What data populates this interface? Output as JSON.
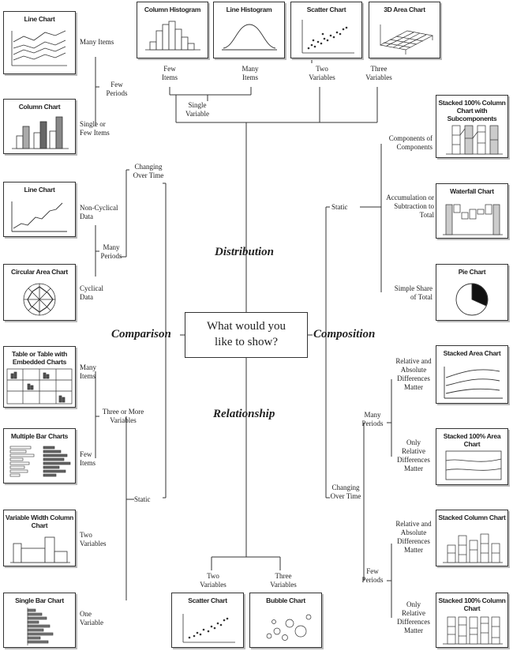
{
  "center": {
    "line1": "What would you",
    "line2": "like to show?"
  },
  "categories": {
    "distribution": "Distribution",
    "relationship": "Relationship",
    "comparison": "Comparison",
    "composition": "Composition"
  },
  "charts": {
    "line_chart_many": "Line Chart",
    "column_chart": "Column Chart",
    "line_chart_noncyclical": "Line Chart",
    "circular_area": "Circular Area Chart",
    "table_embedded": "Table or Table with Embedded Charts",
    "multiple_bar": "Multiple Bar Charts",
    "variable_width": "Variable Width Column Chart",
    "single_bar": "Single Bar Chart",
    "column_histogram": "Column Histogram",
    "line_histogram": "Line Histogram",
    "scatter_top": "Scatter Chart",
    "area_3d": "3D Area Chart",
    "stacked100_sub": "Stacked 100% Column Chart with Subcomponents",
    "waterfall": "Waterfall Chart",
    "pie": "Pie Chart",
    "stacked_area": "Stacked Area Chart",
    "stacked100_area": "Stacked 100% Area Chart",
    "stacked_column": "Stacked Column Chart",
    "stacked100_column": "Stacked 100% Column Chart",
    "scatter_bottom": "Scatter Chart",
    "bubble": "Bubble Chart"
  },
  "labels": {
    "many_items_tl": "Many Items",
    "few_periods": "Few Periods",
    "single_few_items": "Single or Few Items",
    "changing_over_time_l": "Changing Over Time",
    "non_cyclical": "Non-Cyclical Data",
    "many_periods_l": "Many Periods",
    "cyclical": "Cyclical Data",
    "many_items_bl": "Many Items",
    "three_more_vars": "Three or More Variables",
    "few_items": "Few Items",
    "static_l": "Static",
    "two_vars_l": "Two Variables",
    "one_var": "One Variable",
    "few_items_top": "Few Items",
    "many_items_top": "Many Items",
    "two_vars_top": "Two Variables",
    "three_vars_top": "Three Variables",
    "single_var": "Single Variable",
    "comp_of_comp": "Components of Components",
    "static_r": "Static",
    "accum": "Accumulation or Subtraction to Total",
    "simple_share": "Simple Share of Total",
    "rel_abs_1": "Relative and Absolute Differences Matter",
    "many_periods_r": "Many Periods",
    "only_rel_1": "Only Relative Differences Matter",
    "changing_over_time_r": "Changing Over Time",
    "rel_abs_2": "Relative and Absolute Differences Matter",
    "few_periods_r": "Few Periods",
    "only_rel_2": "Only Relative Differences Matter",
    "two_vars_bottom": "Two Variables",
    "three_vars_bottom": "Three Variables"
  }
}
